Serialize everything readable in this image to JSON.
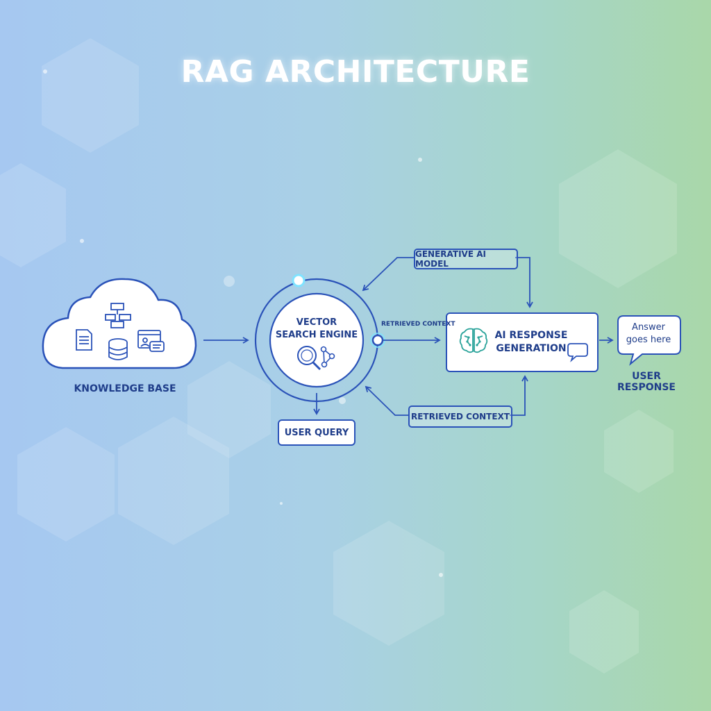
{
  "title": "RAG ARCHITECTURE",
  "nodes": {
    "knowledge_base": "KNOWLEDGE BASE",
    "vector_search": "VECTOR SEARCH ENGINE",
    "ai_response": "AI RESPONSE GENERATION",
    "answer_bubble": "Answer goes here",
    "user_response": "USER RESPONSE",
    "user_query": "USER QUERY"
  },
  "edges": {
    "generative_model": "GENERATIVE AI MODEL",
    "retrieved_context_top": "RETRIEVED CONTEXT",
    "retrieved_context_bottom": "RETRIEVED CONTEXT"
  },
  "colors": {
    "stroke": "#2a52b8",
    "text": "#1f3d8a",
    "brain": "#2aa39a",
    "glow": "#7fe3ff"
  },
  "icons": [
    "cloud-icon",
    "document-icon",
    "flowchart-icon",
    "database-icon",
    "profile-chat-icon",
    "magnifier-icon",
    "network-icon",
    "brain-icon",
    "chat-bubble-icon"
  ]
}
